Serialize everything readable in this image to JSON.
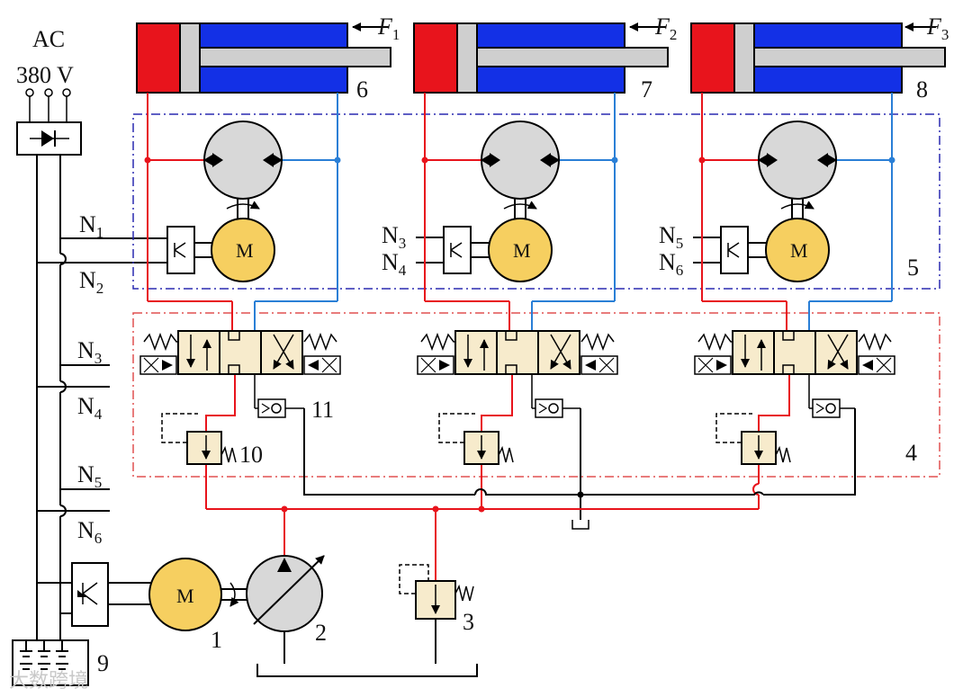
{
  "power_supply": {
    "label_line1": "AC",
    "label_line2": "380 V"
  },
  "signals": {
    "N1": {
      "letter": "N",
      "sub": "1"
    },
    "N2": {
      "letter": "N",
      "sub": "2"
    },
    "N3": {
      "letter": "N",
      "sub": "3"
    },
    "N4": {
      "letter": "N",
      "sub": "4"
    },
    "N5": {
      "letter": "N",
      "sub": "5"
    },
    "N6": {
      "letter": "N",
      "sub": "6"
    }
  },
  "forces": {
    "F1": {
      "letter": "F",
      "sub": "1"
    },
    "F2": {
      "letter": "F",
      "sub": "2"
    },
    "F3": {
      "letter": "F",
      "sub": "3"
    }
  },
  "component_numbers": {
    "motor_main": "1",
    "pump_main": "2",
    "relief_valve": "3",
    "valve_group": "4",
    "motor_pump_group": "5",
    "cylinder_1": "6",
    "cylinder_2": "7",
    "cylinder_3": "8",
    "battery": "9",
    "pressure_valve": "10",
    "check_valve": "11"
  },
  "motor_label": "M",
  "watermark": "大数跨境",
  "colors": {
    "pressure_line": "#e8141c",
    "return_line": "#2a7fd6",
    "cylinder_body": "#1330e6",
    "cylinder_cap": "#e8141c",
    "motor_fill": "#f6cf60",
    "valve_fill": "#f7ebcc",
    "group5_border": "#2a2ab0",
    "group4_border": "#e05050"
  }
}
